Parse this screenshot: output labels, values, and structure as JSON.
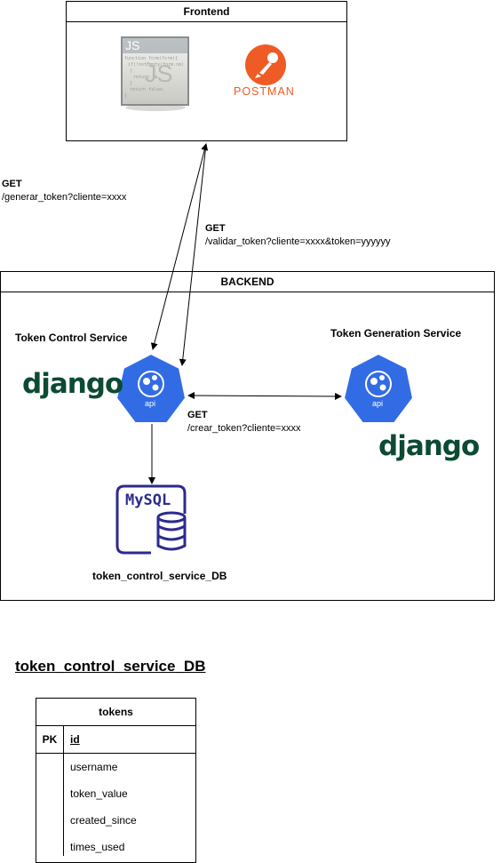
{
  "frontend": {
    "title": "Frontend",
    "js_icon_text": "JS",
    "postman_text": "POSTMAN"
  },
  "backend": {
    "title": "BACKEND"
  },
  "requests": {
    "generar": {
      "method": "GET",
      "path": "/generar_token?cliente=xxxx"
    },
    "validar": {
      "method": "GET",
      "path": "/validar_token?cliente=xxxx&token=yyyyyy"
    },
    "crear": {
      "method": "GET",
      "path": "/crear_token?cliente=xxxx"
    }
  },
  "services": {
    "control": {
      "title": "Token Control Service",
      "framework": "django",
      "api_label": "api"
    },
    "generation": {
      "title": "Token Generation Service",
      "framework": "django",
      "api_label": "api"
    }
  },
  "database": {
    "icon_text": "MySQL",
    "name": "token_control_service_DB"
  },
  "er": {
    "title": "token_control_service_DB",
    "table": {
      "name": "tokens",
      "pk_label": "PK",
      "pk_field": "id",
      "fields": [
        "username",
        "token_value",
        "created_since",
        "times_used"
      ]
    }
  },
  "colors": {
    "k8s_blue": "#326ce5",
    "django_green": "#0c4b33",
    "postman_orange": "#ef5b25",
    "mysql_navy": "#2d2a8e"
  }
}
